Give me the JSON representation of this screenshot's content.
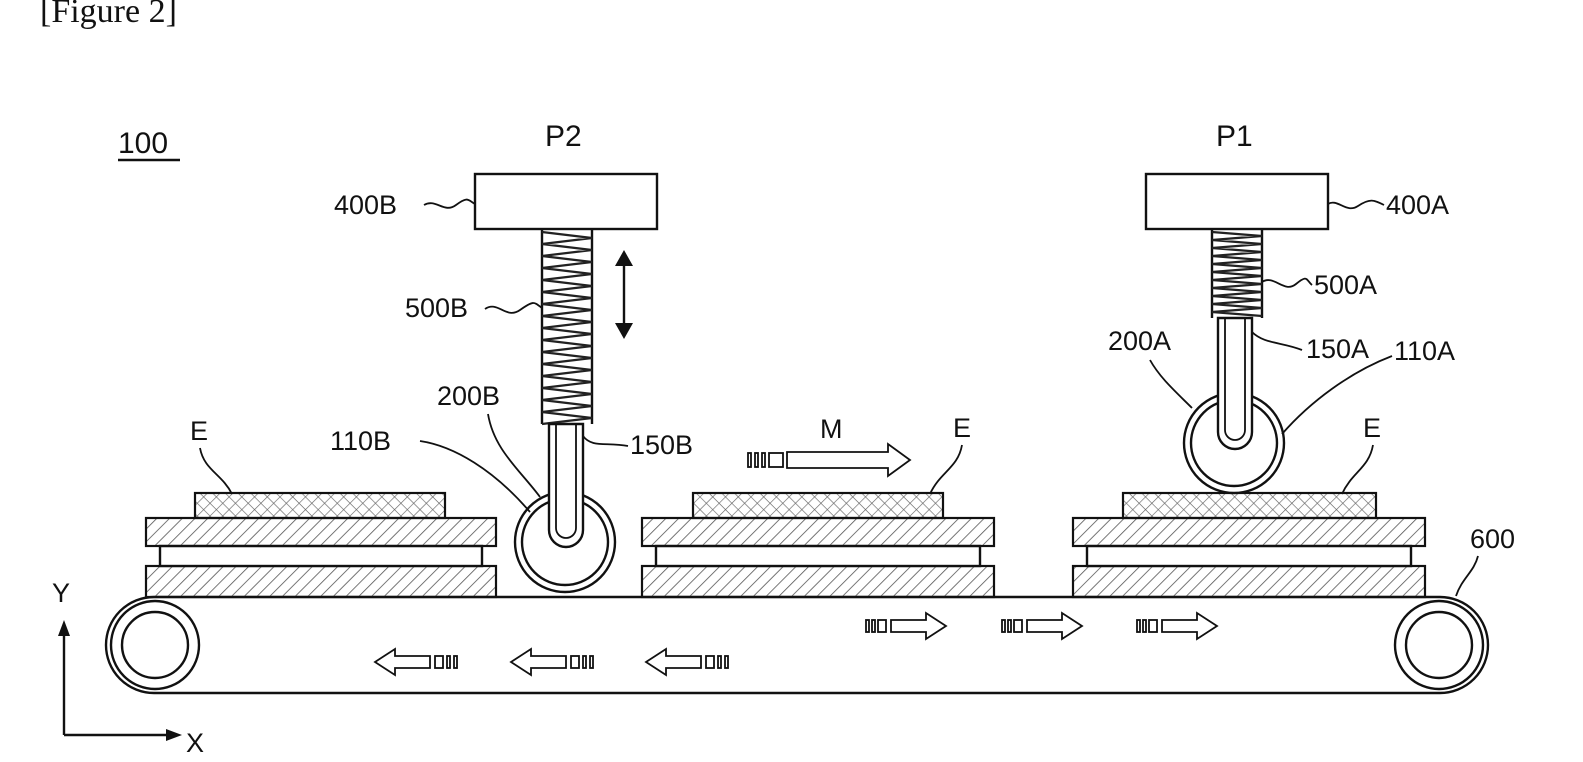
{
  "figure": {
    "caption": "[Figure 2]",
    "ref_main": "100",
    "positions": {
      "p1": "P1",
      "p2": "P2"
    },
    "heads": {
      "a": "400A",
      "b": "400B"
    },
    "springs": {
      "a": "500A",
      "b": "500B"
    },
    "arms": {
      "a": "150A",
      "b": "150B"
    },
    "rollers": {
      "a": "110A",
      "b": "110B"
    },
    "roller_rims": {
      "a": "200A",
      "b": "200B"
    },
    "electrode_label": "E",
    "motion_label": "M",
    "conveyor_label": "600",
    "axes": {
      "y": "Y",
      "x": "X"
    }
  }
}
